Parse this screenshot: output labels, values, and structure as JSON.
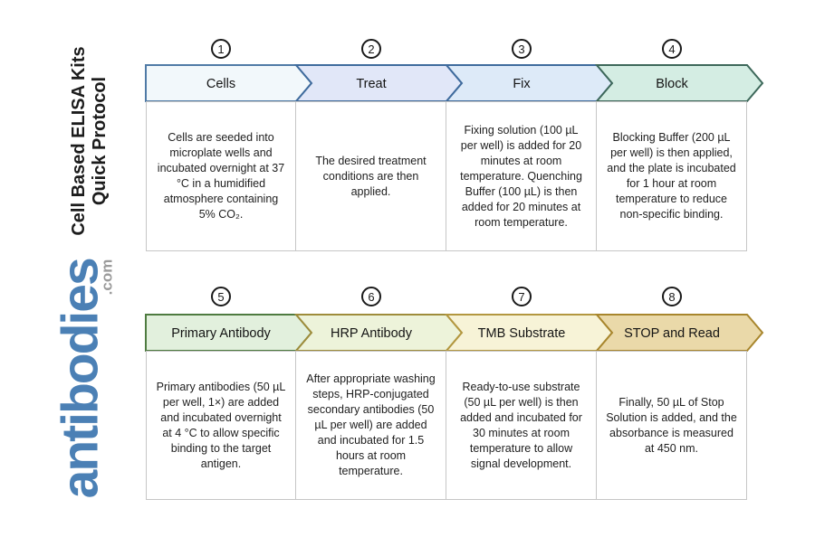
{
  "brand": {
    "logo_text": "antibodies",
    "logo_suffix": ".com",
    "logo_color": "#4b80b5",
    "suffix_color": "#9b9b9b"
  },
  "title": {
    "line1": "Cell Based ELISA Kits",
    "line2": "Quick Protocol"
  },
  "steps": [
    {
      "number": "1",
      "label": "Cells",
      "description": "Cells are seeded into microplate wells and incubated overnight at 37 °C in a humidified atmosphere containing 5% CO₂.",
      "fill": "#f2f8fb",
      "stroke": "#4f7aa6"
    },
    {
      "number": "2",
      "label": "Treat",
      "description": "The desired treatment conditions are then applied.",
      "fill": "#e1e7f8",
      "stroke": "#3f6b9d"
    },
    {
      "number": "3",
      "label": "Fix",
      "description": "Fixing solution (100 µL per well) is added for 20 minutes at room temperature. Quenching Buffer (100 µL) is then added for 20 minutes at room temperature.",
      "fill": "#ddeaf8",
      "stroke": "#3f6b9d"
    },
    {
      "number": "4",
      "label": "Block",
      "description": "Blocking Buffer (200 µL per well) is then applied, and the plate is incubated for 1 hour at room temperature to reduce non-specific binding.",
      "fill": "#d4ede3",
      "stroke": "#3d685a"
    },
    {
      "number": "5",
      "label": "Primary Antibody",
      "description": "Primary antibodies (50 µL per well, 1×) are added and incubated overnight at 4 °C to allow specific binding to the target antigen.",
      "fill": "#e2f0dd",
      "stroke": "#4e7b40"
    },
    {
      "number": "6",
      "label": "HRP Antibody",
      "description": "After appropriate washing steps, HRP-conjugated secondary antibodies (50 µL per well) are added and incubated for 1.5 hours at room temperature.",
      "fill": "#edf3da",
      "stroke": "#9e8c3b"
    },
    {
      "number": "7",
      "label": "TMB Substrate",
      "description": "Ready-to-use substrate (50 µL per well) is then added and incubated for 30 minutes at room temperature to allow signal development.",
      "fill": "#f7f3d7",
      "stroke": "#b3973f"
    },
    {
      "number": "8",
      "label": "STOP and Read",
      "description": "Finally, 50 µL of Stop Solution is added, and the absorbance is measured at 450 nm.",
      "fill": "#ead9a9",
      "stroke": "#a8862d"
    }
  ]
}
